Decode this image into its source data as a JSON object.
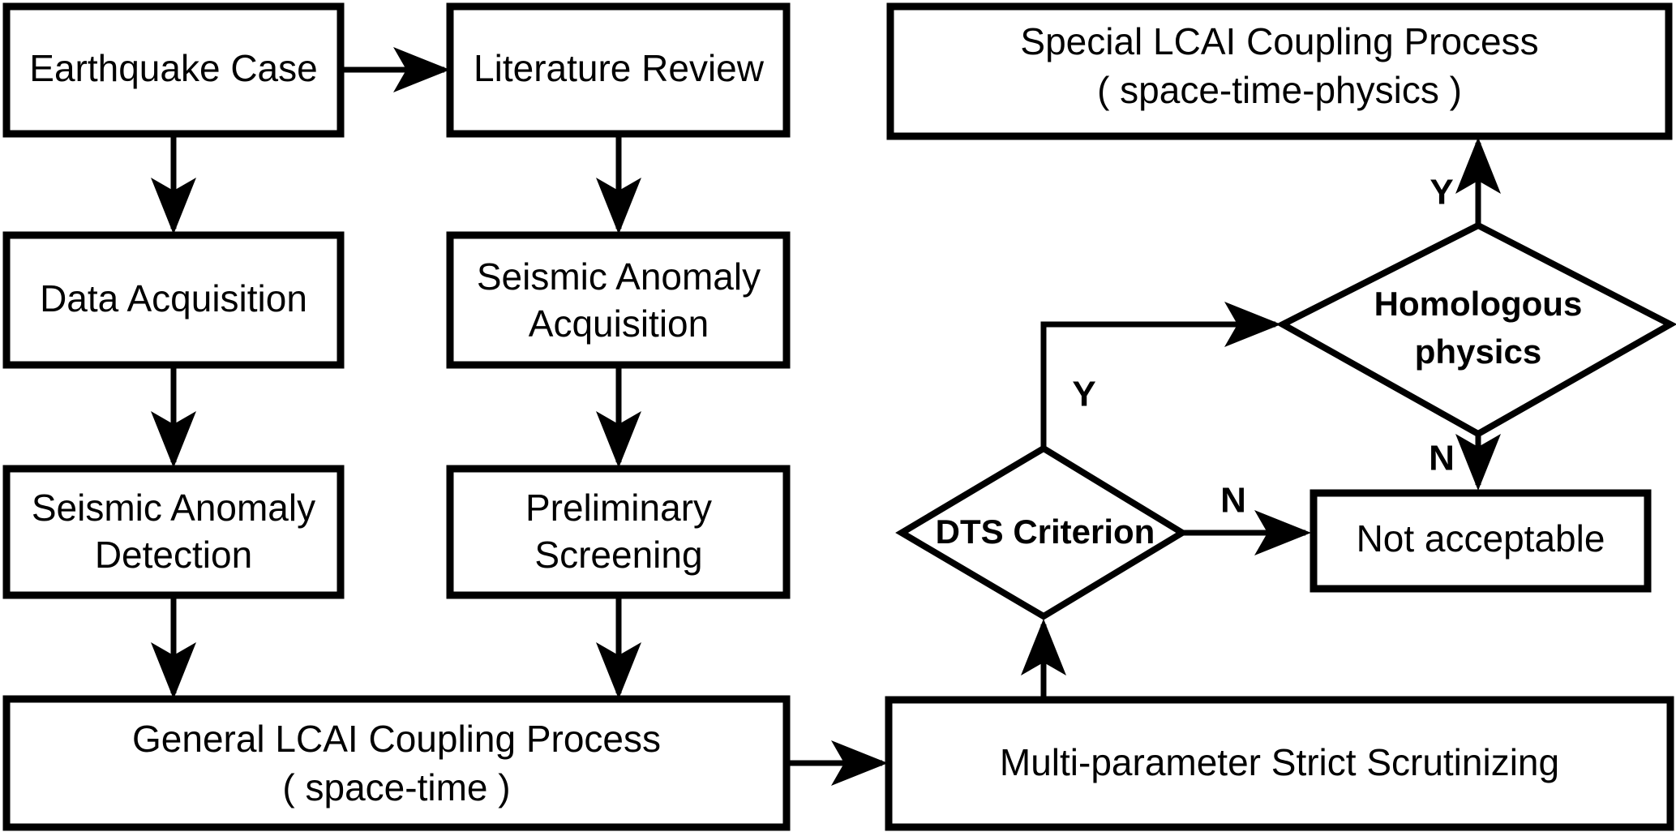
{
  "diagram": {
    "type": "flowchart",
    "title": "LCAI Coupling Process Flowchart",
    "background_color": "#ffffff",
    "line_color": "#000000",
    "nodes": [
      {
        "id": "earthquake_case",
        "shape": "rect",
        "label_line1": "Earthquake Case",
        "label_line2": ""
      },
      {
        "id": "literature_review",
        "shape": "rect",
        "label_line1": "Literature Review",
        "label_line2": ""
      },
      {
        "id": "data_acquisition",
        "shape": "rect",
        "label_line1": "Data Acquisition",
        "label_line2": ""
      },
      {
        "id": "seismic_anomaly_acquisition",
        "shape": "rect",
        "label_line1": "Seismic Anomaly",
        "label_line2": "Acquisition"
      },
      {
        "id": "seismic_anomaly_detection",
        "shape": "rect",
        "label_line1": "Seismic Anomaly",
        "label_line2": "Detection"
      },
      {
        "id": "preliminary_screening",
        "shape": "rect",
        "label_line1": "Preliminary",
        "label_line2": "Screening"
      },
      {
        "id": "general_lcai",
        "shape": "rect",
        "label_line1": "General LCAI Coupling Process",
        "label_line2": "( space-time )"
      },
      {
        "id": "special_lcai",
        "shape": "rect",
        "label_line1": "Special LCAI Coupling Process",
        "label_line2": "( space-time-physics )"
      },
      {
        "id": "multi_parameter",
        "shape": "rect",
        "label_line1": "Multi-parameter Strict Scrutinizing",
        "label_line2": ""
      },
      {
        "id": "not_acceptable",
        "shape": "rect",
        "label_line1": "Not acceptable",
        "label_line2": ""
      },
      {
        "id": "dts_criterion",
        "shape": "diamond",
        "label_line1": "DTS Criterion",
        "label_line2": ""
      },
      {
        "id": "homologous_physics",
        "shape": "diamond",
        "label_line1": "Homologous",
        "label_line2": "physics"
      }
    ],
    "edge_labels": {
      "dts_yes": "Y",
      "dts_no": "N",
      "homologous_yes": "Y",
      "homologous_no": "N"
    },
    "edges": [
      {
        "from": "earthquake_case",
        "to": "literature_review",
        "label": ""
      },
      {
        "from": "earthquake_case",
        "to": "data_acquisition",
        "label": ""
      },
      {
        "from": "literature_review",
        "to": "seismic_anomaly_acquisition",
        "label": ""
      },
      {
        "from": "data_acquisition",
        "to": "seismic_anomaly_detection",
        "label": ""
      },
      {
        "from": "seismic_anomaly_acquisition",
        "to": "preliminary_screening",
        "label": ""
      },
      {
        "from": "seismic_anomaly_detection",
        "to": "general_lcai",
        "label": ""
      },
      {
        "from": "preliminary_screening",
        "to": "general_lcai",
        "label": ""
      },
      {
        "from": "general_lcai",
        "to": "multi_parameter",
        "label": ""
      },
      {
        "from": "multi_parameter",
        "to": "dts_criterion",
        "label": ""
      },
      {
        "from": "dts_criterion",
        "to": "homologous_physics",
        "label": "Y"
      },
      {
        "from": "dts_criterion",
        "to": "not_acceptable",
        "label": "N"
      },
      {
        "from": "homologous_physics",
        "to": "special_lcai",
        "label": "Y"
      },
      {
        "from": "homologous_physics",
        "to": "not_acceptable",
        "label": "N"
      }
    ]
  }
}
